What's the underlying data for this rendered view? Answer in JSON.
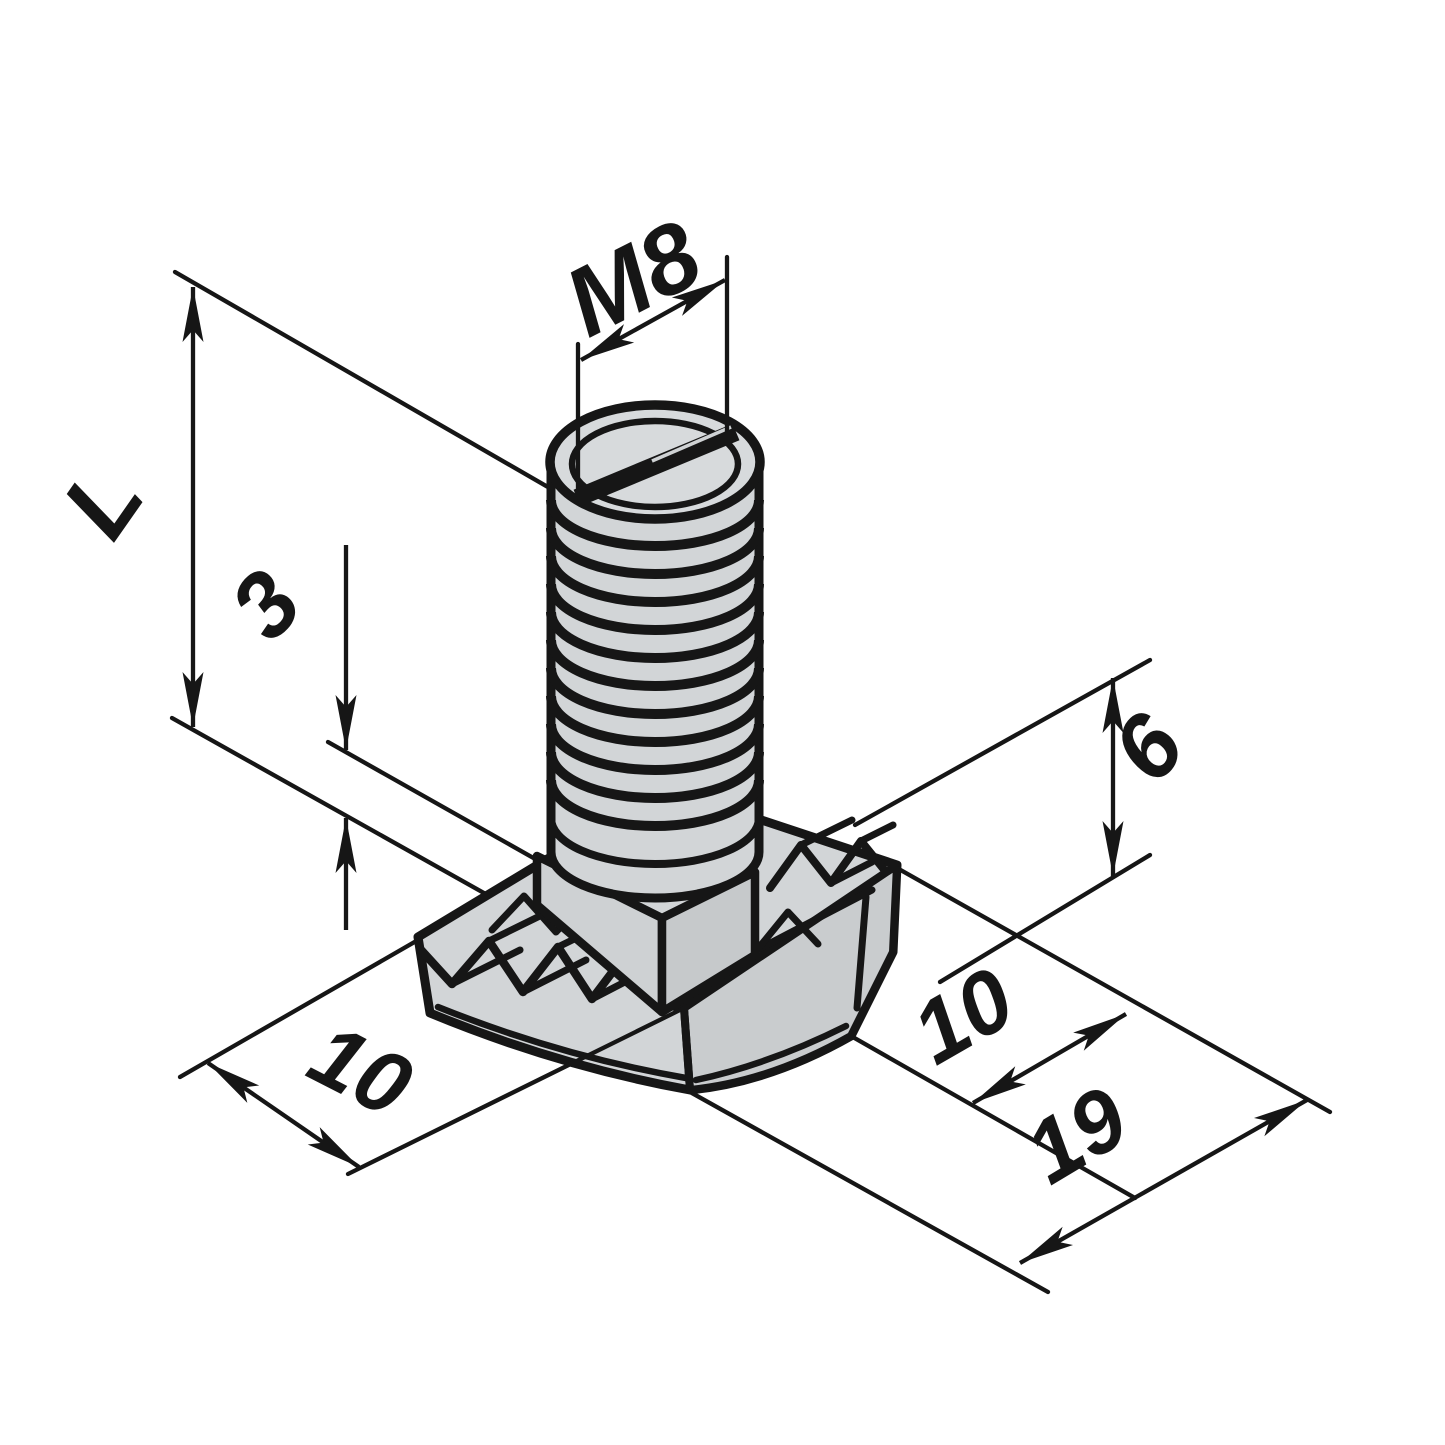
{
  "page": {
    "background": "#ffffff"
  },
  "drawing": {
    "description": "Isometric technical drawing of a T-head (hammer head) screw with slotted threaded shank and serrated head",
    "stroke_color": "#161616",
    "body_fill": "#d2d5d7",
    "top_fill": "#d7dadc",
    "side_fill": "#c9ccce"
  },
  "dimensions": {
    "thread_size": "M8",
    "screw_length": "L",
    "serration_height": "3",
    "head_height": "6",
    "head_width": "10",
    "head_top_flat": "10",
    "head_length": "19"
  }
}
